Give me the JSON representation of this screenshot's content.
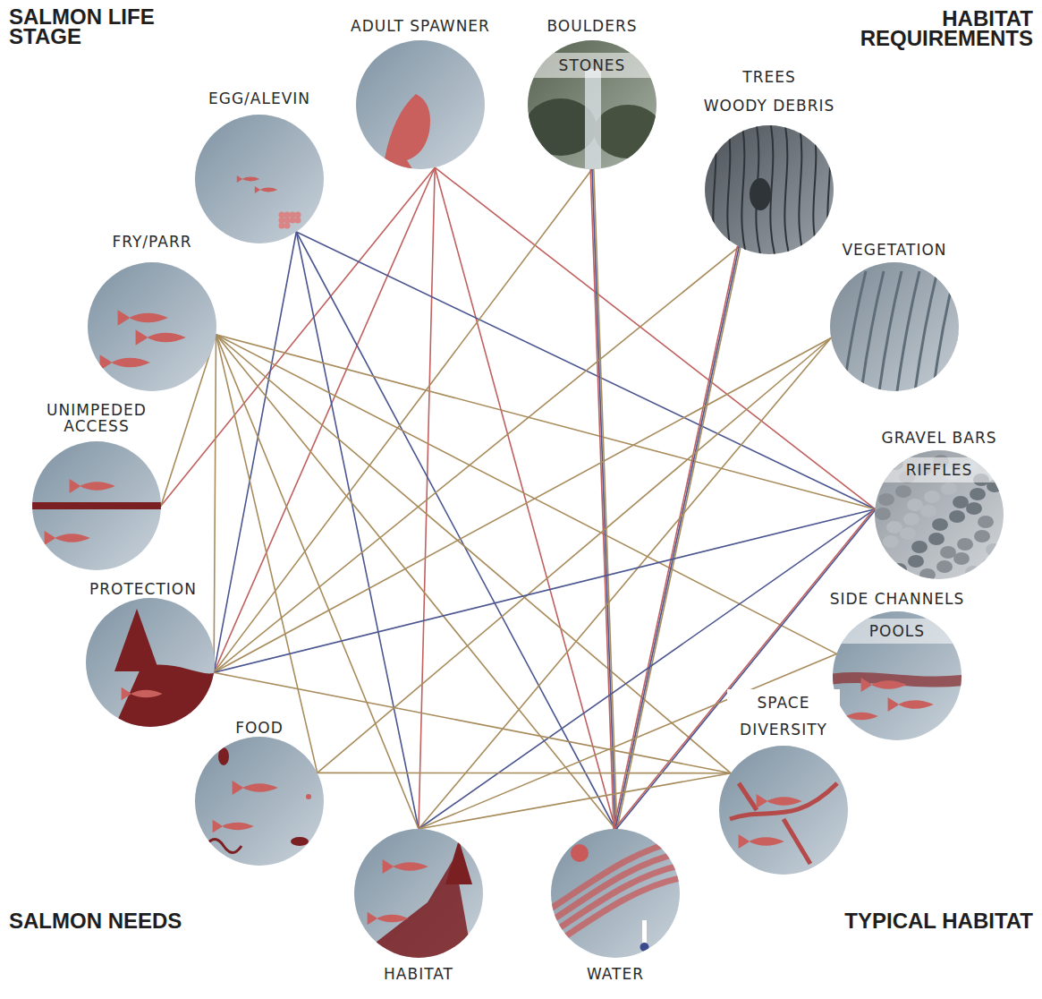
{
  "diagram": {
    "nodes": [
      {
        "text": [
          "ADULT SPAWNER"
        ]
      },
      {
        "text": [
          "BOULDERS",
          "STONES"
        ]
      },
      {
        "text": [
          "TREES",
          "WOODY DEBRIS"
        ]
      },
      {
        "text": [
          "VEGETATION"
        ]
      },
      {
        "text": [
          "GRAVEL BARS",
          "RIFFLES"
        ]
      },
      {
        "text": [
          "SIDE CHANNELS",
          "POOLS"
        ]
      },
      {
        "text": [
          "SPACE DIVERSITY"
        ]
      },
      {
        "text": [
          "WATER"
        ]
      },
      {
        "text": [
          "HABITAT"
        ]
      },
      {
        "text": [
          "FOOD"
        ]
      },
      {
        "text": [
          "PROTECTION"
        ]
      },
      {
        "text": [
          "UNIMPEDED ACCESS"
        ]
      },
      {
        "text": [
          "FRY/PARR"
        ]
      },
      {
        "text": [
          "EGG/ALEVIN"
        ]
      }
    ],
    "edges": [
      {
        "from": 0,
        "to": 11,
        "arrow": "none"
      },
      {
        "from": 0,
        "to": 10,
        "arrow": "none"
      },
      {
        "from": 0,
        "to": 8,
        "arrow": "none"
      },
      {
        "from": 0,
        "to": 7,
        "arrow": "none"
      },
      {
        "from": 0,
        "to": 4,
        "arrow": "none"
      },
      {
        "from": 13,
        "to": 10,
        "arrow": "none"
      },
      {
        "from": 13,
        "to": 8,
        "arrow": "none"
      },
      {
        "from": 13,
        "to": 7,
        "arrow": "none"
      },
      {
        "from": 13,
        "to": 4,
        "arrow": "none"
      },
      {
        "from": 12,
        "to": 11,
        "arrow": "none"
      },
      {
        "from": 12,
        "to": 10,
        "arrow": "none"
      },
      {
        "from": 12,
        "to": 9,
        "arrow": "none"
      },
      {
        "from": 12,
        "to": 8,
        "arrow": "none"
      },
      {
        "from": 12,
        "to": 7,
        "arrow": "none"
      },
      {
        "from": 12,
        "to": 6,
        "arrow": "none"
      },
      {
        "from": 12,
        "to": 5,
        "arrow": "none"
      },
      {
        "from": 12,
        "to": 4,
        "arrow": "none"
      },
      {
        "from": 1,
        "to": 10,
        "arrow": "none"
      },
      {
        "from": 1,
        "to": 7,
        "arrow": "none"
      },
      {
        "from": 2,
        "to": 10,
        "arrow": "none"
      },
      {
        "from": 2,
        "to": 7,
        "arrow": "none"
      },
      {
        "from": 3,
        "to": 10,
        "arrow": "none"
      },
      {
        "from": 3,
        "to": 8,
        "arrow": "none"
      },
      {
        "from": 3,
        "to": 9,
        "arrow": "none"
      },
      {
        "from": 4,
        "to": 10,
        "arrow": "none"
      },
      {
        "from": 4,
        "to": 8,
        "arrow": "none"
      },
      {
        "from": 4,
        "to": 7,
        "arrow": "none"
      },
      {
        "from": 5,
        "to": 8,
        "arrow": "none"
      },
      {
        "from": 6,
        "to": 9,
        "arrow": "none"
      },
      {
        "from": 6,
        "to": 10,
        "arrow": "none"
      },
      {
        "from": 6,
        "to": 8,
        "arrow": "none"
      }
    ],
    "labels": [
      "SALMON LIFE STAGE",
      "HABITAT REQUIREMENTS",
      "SALMON NEEDS",
      "TYPICAL HABITAT"
    ]
  }
}
